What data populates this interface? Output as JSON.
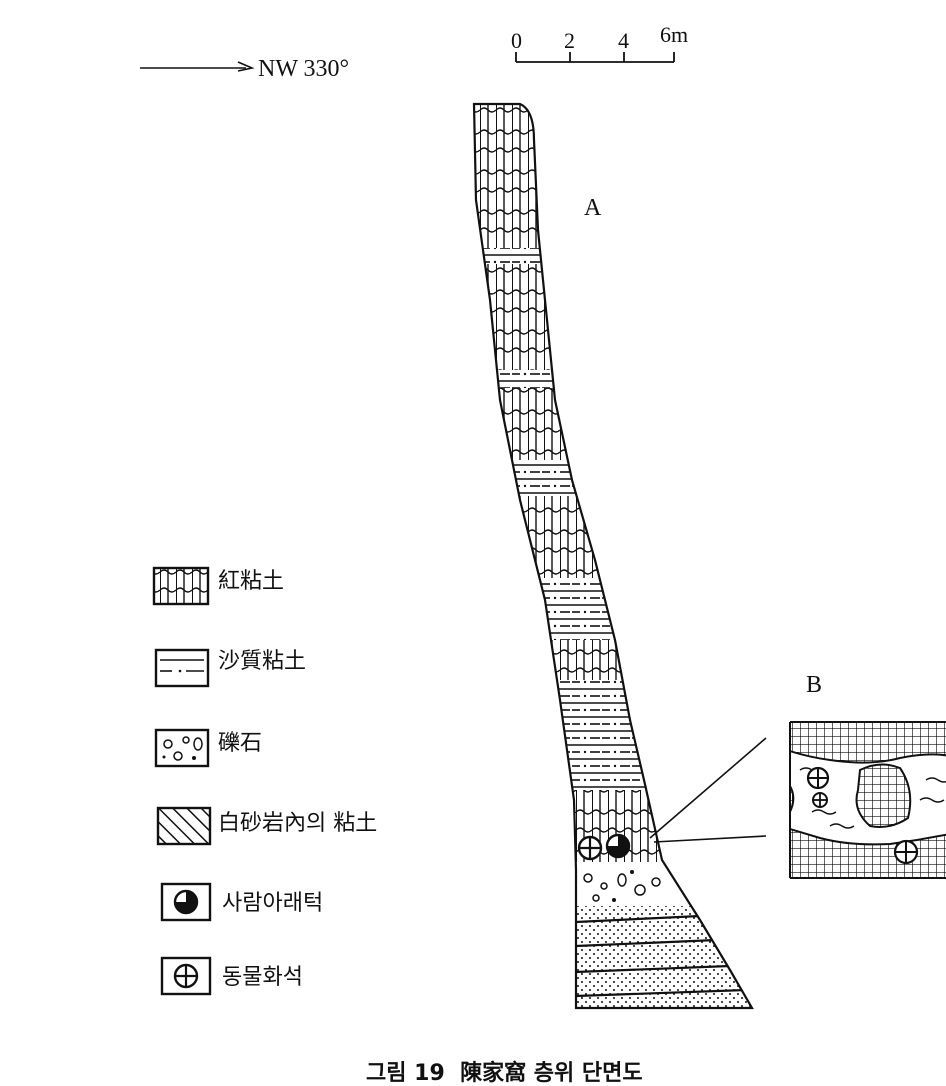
{
  "direction": {
    "text": "NW 330°"
  },
  "scale_bar": {
    "ticks": [
      "0",
      "2",
      "4",
      "6m"
    ]
  },
  "section_labels": {
    "a": "A",
    "b": "B"
  },
  "legend": [
    {
      "key": "red-clay",
      "label": "紅粘土",
      "icon": "red-clay-pattern"
    },
    {
      "key": "sandy-clay",
      "label": "沙質粘土",
      "icon": "sandy-clay-pattern"
    },
    {
      "key": "gravel",
      "label": "礫石",
      "icon": "gravel-pattern"
    },
    {
      "key": "dolomite-clay",
      "label": "白砂岩內의 粘土",
      "icon": "dolomite-clay-pattern"
    },
    {
      "key": "human-tooth",
      "label": "사람아래턱",
      "icon": "human-tooth-symbol"
    },
    {
      "key": "animal-fossil",
      "label": "동물화석",
      "icon": "animal-fossil-symbol"
    }
  ],
  "caption": {
    "text": "그림 19  陳家窩 층위 단면도"
  }
}
